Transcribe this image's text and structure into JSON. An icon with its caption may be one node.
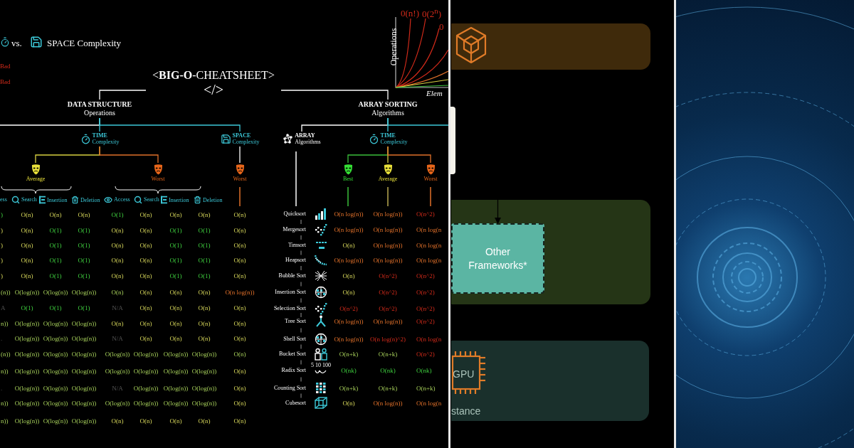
{
  "diagram": {
    "nodes": [
      {
        "text": [
          "<**BIG-O**-CHEATSHEET>",
          "</>"
        ]
      },
      {
        "text": [
          "DATA STRUCTURE",
          "Operations"
        ]
      },
      {
        "text": [
          "ARRAY SORTING",
          "Algorithms"
        ]
      },
      {
        "text": [
          "TIME",
          "Complexity"
        ]
      },
      {
        "text": [
          "SPACE",
          "Complexity"
        ]
      },
      {
        "text": [
          "ARRAY",
          "Algorithms"
        ]
      },
      {
        "text": [
          "TIME",
          "Complexity"
        ]
      },
      {
        "text": [
          "Average"
        ]
      },
      {
        "text": [
          "Worst"
        ]
      },
      {
        "text": [
          "Worst"
        ]
      },
      {
        "text": [
          "Best"
        ]
      },
      {
        "text": [
          "Average"
        ]
      },
      {
        "text": [
          "Worst"
        ]
      },
      {
        "text": [],
        "shape": "box"
      },
      {
        "text": [],
        "shape": "box"
      },
      {
        "text": [
          "Other Frameworks*"
        ],
        "in": 14
      },
      {
        "text": [],
        "shape": "box"
      }
    ],
    "edges": [
      {
        "from": 0,
        "to": 1,
        "arrow": "none"
      },
      {
        "from": 0,
        "to": 2,
        "arrow": "none"
      },
      {
        "from": 1,
        "to": null,
        "arrow": "none"
      },
      {
        "from": 1,
        "to": 3,
        "arrow": "none",
        "color": "#3cc8d8"
      },
      {
        "from": 1,
        "to": 4,
        "arrow": "none",
        "color": "#3cc8d8"
      },
      {
        "from": 2,
        "to": 5,
        "arrow": "none"
      },
      {
        "from": 2,
        "to": 6,
        "arrow": "none",
        "color": "#3cc8d8"
      },
      {
        "from": 2,
        "to": null,
        "arrow": "none",
        "color": "#3cc8d8"
      },
      {
        "from": 3,
        "to": 7,
        "arrow": "none",
        "color": "#d8d040"
      },
      {
        "from": 3,
        "to": 8,
        "arrow": "none",
        "color": "#e0702a"
      },
      {
        "from": 4,
        "to": 9,
        "arrow": "none"
      },
      {
        "from": 6,
        "to": 10,
        "arrow": "none",
        "color": "#3bbf3b"
      },
      {
        "from": 6,
        "to": 11,
        "arrow": "none",
        "color": "#d8d040"
      },
      {
        "from": 6,
        "to": 12,
        "arrow": "none",
        "color": "#e0702a"
      },
      {
        "from": null,
        "to": 15,
        "arrow": "to",
        "color": "#000000"
      }
    ],
    "labels": [
      "0(n!)",
      "0(2$^{n}$)",
      "0",
      "vs.",
      "SPACE Complexity",
      "Operations",
      "Bad",
      "Bad",
      "Elem",
      "ess",
      "Search",
      "Insertion",
      "Deletion",
      "Access",
      "Search",
      "Insertion",
      "Deletion",
      ")",
      "O(n)",
      "O(n)",
      "O(n)",
      "O(1)",
      "O(n)",
      "O(n)",
      "O(n)",
      "O(n)",
      ")",
      "O(n)",
      "O(1)",
      "O(1)",
      "O(n)",
      "O(n)",
      "O(1)",
      "O(1)",
      "O(n)",
      ")",
      "O(n)",
      "O(1)",
      "O(1)",
      "O(n)",
      "O(n)",
      "O(1)",
      "O(1)",
      "O(n)",
      ")",
      "O(n)",
      "O(1)",
      "O(1)",
      "O(n)",
      "O(n)",
      "O(1)",
      "O(1)",
      "O(n)",
      ")",
      "O(n)",
      "O(1)",
      "O(1)",
      "O(n)",
      "O(n)",
      "O(1)",
      "O(1)",
      "O(n)",
      "(n))",
      "O(log(n))",
      "O(log(n))",
      "O(log(n))",
      "O(n)",
      "O(n)",
      "O(n)",
      "O(n)",
      "O(n log(n))",
      "A",
      "O(1)",
      "O(1)",
      "O(1)",
      "N/A",
      "O(n)",
      "O(n)",
      "O(n)",
      "O(n)",
      "n))",
      "O(log(n))",
      "O(log(n))",
      "O(log(n))",
      "O(n)",
      "O(n)",
      "O(n)",
      "O(n)",
      "O(n)",
      ".",
      "O(log(n))",
      "O(log(n))",
      "O(log(n))",
      "N/A",
      "O(n)",
      "O(n)",
      "O(n)",
      "O(n)",
      "(n))",
      "O(log(n))",
      "O(log(n))",
      "O(log(n))",
      "O(log(n))",
      "O(log(n))",
      "O(log(n))",
      "O(log(n))",
      "O(n)",
      "n))",
      "O(log(n))",
      "O(log(n))",
      "O(log(n))",
      "O(log(n))",
      "O(log(n))",
      "O(log(n))",
      "O(log(n))",
      "O(n)",
      ".",
      "O(log(n))",
      "O(log(n))",
      "O(log(n))",
      "N/A",
      "O(log(n))",
      "O(log(n))",
      "O(log(n))",
      "O(n)",
      "n))",
      "O(log(n))",
      "O(log(n))",
      "O(log(n))",
      "O(log(n))",
      "O(log(n))",
      "O(log(n))",
      "O(log(n))",
      "O(n)",
      "n))",
      "O(log(n))",
      "O(log(n))",
      "O(log(n))",
      "O(n)",
      "O(n)",
      "O(n)",
      "O(n)",
      "O(n)",
      "Quicksort",
      "O(n log(n))",
      "O(n log(n))",
      "O(n^2)",
      "Mergesort",
      "O(n log(n))",
      "O(n log(n))",
      "O(n log(n",
      "Timsort",
      "O(n)",
      "O(n log(n))",
      "O(n log(n",
      "Heapsort",
      "O(n log(n))",
      "O(n log(n))",
      "O(n log(n",
      "Bubble Sort",
      "O(n)",
      "O(n^2)",
      "O(n^2)",
      "Insertion Sort",
      "O(n)",
      "O(n^2)",
      "O(n^2)",
      "Selection Sort",
      "O(n^2)",
      "O(n^2)",
      "O(n^2)",
      "Tree Sort",
      "O(n log(n))",
      "O(n log(n))",
      "O(n^2)",
      "Shell Sort",
      "O(n log(n))",
      "O(n log(n)^2)",
      "O(n log(n",
      "Bucket Sort",
      "O(n+k)",
      "O(n+k)",
      "O(n^2)",
      "Radix Sort",
      "O(nk)",
      "O(nk)",
      "O(nk)",
      "Counting Sort",
      "O(n+k)",
      "O(n+k)",
      "O(n+k)",
      "Cubesort",
      "O(n)",
      "O(n log(n))",
      "O(n log(n",
      "5 10 100",
      "GPU",
      "stance"
    ]
  }
}
